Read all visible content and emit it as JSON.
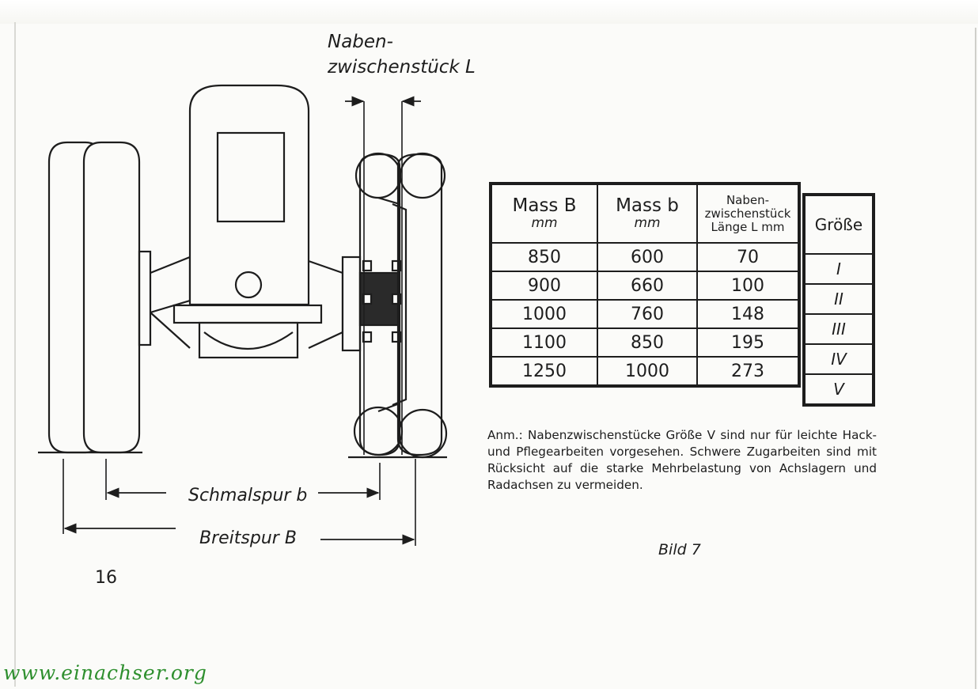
{
  "drawing": {
    "hub_label_line1": "Naben-",
    "hub_label_line2": "zwischenstück L",
    "narrow_track_label": "Schmalspur b",
    "wide_track_label": "Breitspur B"
  },
  "table": {
    "headers": {
      "mass_B": "Mass B",
      "mass_B_unit": "mm",
      "mass_b": "Mass b",
      "mass_b_unit": "mm",
      "hub_line1": "Naben-",
      "hub_line2": "zwischenstück",
      "hub_line3": "Länge L mm"
    },
    "rows": [
      {
        "B": "850",
        "b": "600",
        "L": "70"
      },
      {
        "B": "900",
        "b": "660",
        "L": "100"
      },
      {
        "B": "1000",
        "b": "760",
        "L": "148"
      },
      {
        "B": "1100",
        "b": "850",
        "L": "195"
      },
      {
        "B": "1250",
        "b": "1000",
        "L": "273"
      }
    ]
  },
  "size_table": {
    "header": "Größe",
    "values": [
      "I",
      "II",
      "III",
      "IV",
      "V"
    ]
  },
  "note": "Anm.: Nabenzwischenstücke Größe V sind nur für leichte Hack- und Pflegearbeiten vorgesehen. Schwere Zugarbeiten sind mit Rücksicht auf die starke Mehrbelastung von Achslagern und Radachsen zu vermeiden.",
  "figure_caption": "Bild 7",
  "page_number": "16",
  "watermark": "www.einachser.org"
}
